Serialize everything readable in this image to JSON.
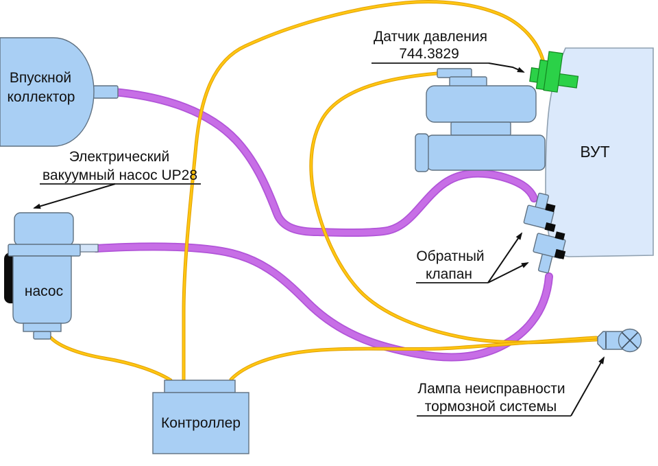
{
  "diagram": {
    "description": "Vacuum brake booster system schematic",
    "labels": {
      "intake_manifold_line1": "Впускной",
      "intake_manifold_line2": "коллектор",
      "pump_callout_line1": "Электрический",
      "pump_callout_line2": "вакуумный насос UP28",
      "pump_body": "насос",
      "sensor_callout_line1": "Датчик давления",
      "sensor_callout_line2": "744.3829",
      "booster": "ВУТ",
      "valve_callout_line1": "Обратный",
      "valve_callout_line2": "клапан",
      "controller": "Контроллер",
      "lamp_callout_line1": "Лампа неисправности",
      "lamp_callout_line2": "тормозной системы"
    },
    "connections": {
      "vacuum_tubes": [
        "intake manifold -> upper check valve on booster",
        "electric vacuum pump -> lower check valve on booster"
      ],
      "wires": [
        "pressure sensor -> controller (middle pin, big arc over top)",
        "reservoir cap fluid-level sensor -> warning lamp",
        "vacuum pump -> controller (left pin)",
        "controller (right pin) -> warning lamp"
      ]
    }
  },
  "colors": {
    "component_fill": "#a9cff4",
    "booster_fill": "#dbe9fb",
    "sensor_green": "#2bd148",
    "tube_purple": "#c76ee6",
    "wire_yellow": "#ffc613",
    "outline": "#5f7080"
  }
}
